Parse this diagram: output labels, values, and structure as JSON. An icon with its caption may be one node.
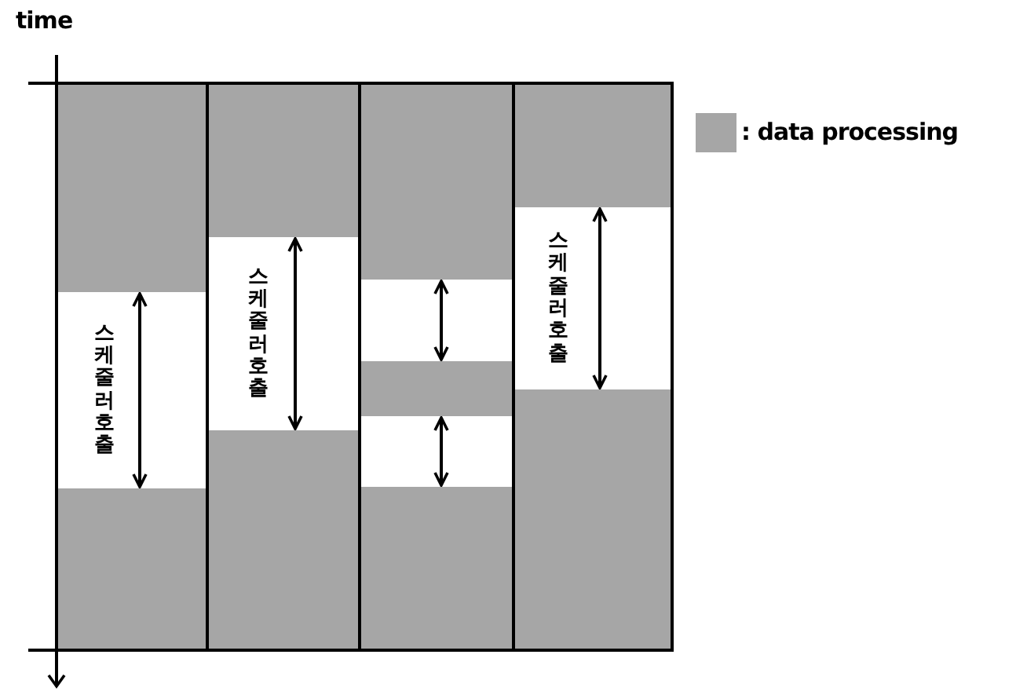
{
  "diagram": {
    "nodes": [
      {
        "text": [],
        "shape": "bar"
      },
      {
        "text": [],
        "shape": "bar"
      },
      {
        "text": [],
        "shape": "bar"
      },
      {
        "text": [],
        "shape": "bar"
      },
      {
        "text": [],
        "shape": "bar"
      },
      {
        "text": [],
        "shape": "bar"
      },
      {
        "text": [],
        "shape": "bar"
      },
      {
        "text": [],
        "shape": "bar"
      },
      {
        "text": [],
        "shape": "bar"
      }
    ],
    "edges": [
      {
        "from": 0,
        "to": 1,
        "arrow": "both",
        "label": "스케줄러호출"
      },
      {
        "from": 2,
        "to": 3,
        "arrow": "both",
        "label": "스케줄러호출"
      },
      {
        "from": 4,
        "to": 5,
        "arrow": "both"
      },
      {
        "from": 5,
        "to": 6,
        "arrow": "both"
      },
      {
        "from": 7,
        "to": 8,
        "arrow": "both",
        "label": "스케줄러호출"
      }
    ],
    "labels": [
      "time"
    ],
    "legend": [
      {
        "text": ": data processing",
        "color": "#a6a6a6"
      }
    ]
  }
}
